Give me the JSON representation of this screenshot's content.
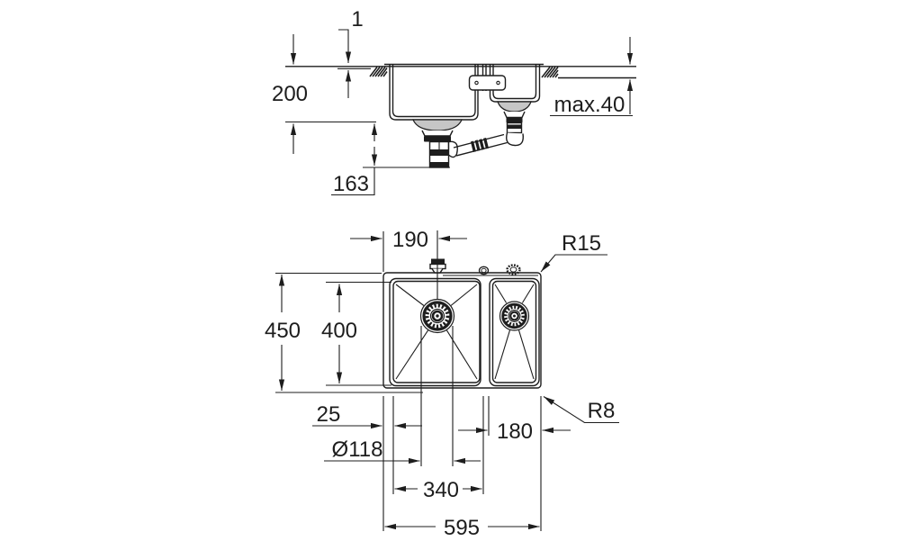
{
  "colors": {
    "line": "#1d1d1d",
    "background": "#ffffff",
    "metal_gray": "#c6c6c6"
  },
  "side_view": {
    "labels": {
      "rim_height": "1",
      "bowl_depth": "200",
      "counter_thickness": "max.40",
      "trap_depth": "163"
    }
  },
  "plan_view": {
    "labels": {
      "drain_offset": "190",
      "bowl_corner_radius": "R15",
      "overall_depth": "450",
      "bowl_depth": "400",
      "rim_offset": "25",
      "drain_diameter": "Ø118",
      "main_bowl_width": "340",
      "side_bowl_width": "180",
      "outer_corner_radius": "R8",
      "overall_width": "595"
    }
  }
}
